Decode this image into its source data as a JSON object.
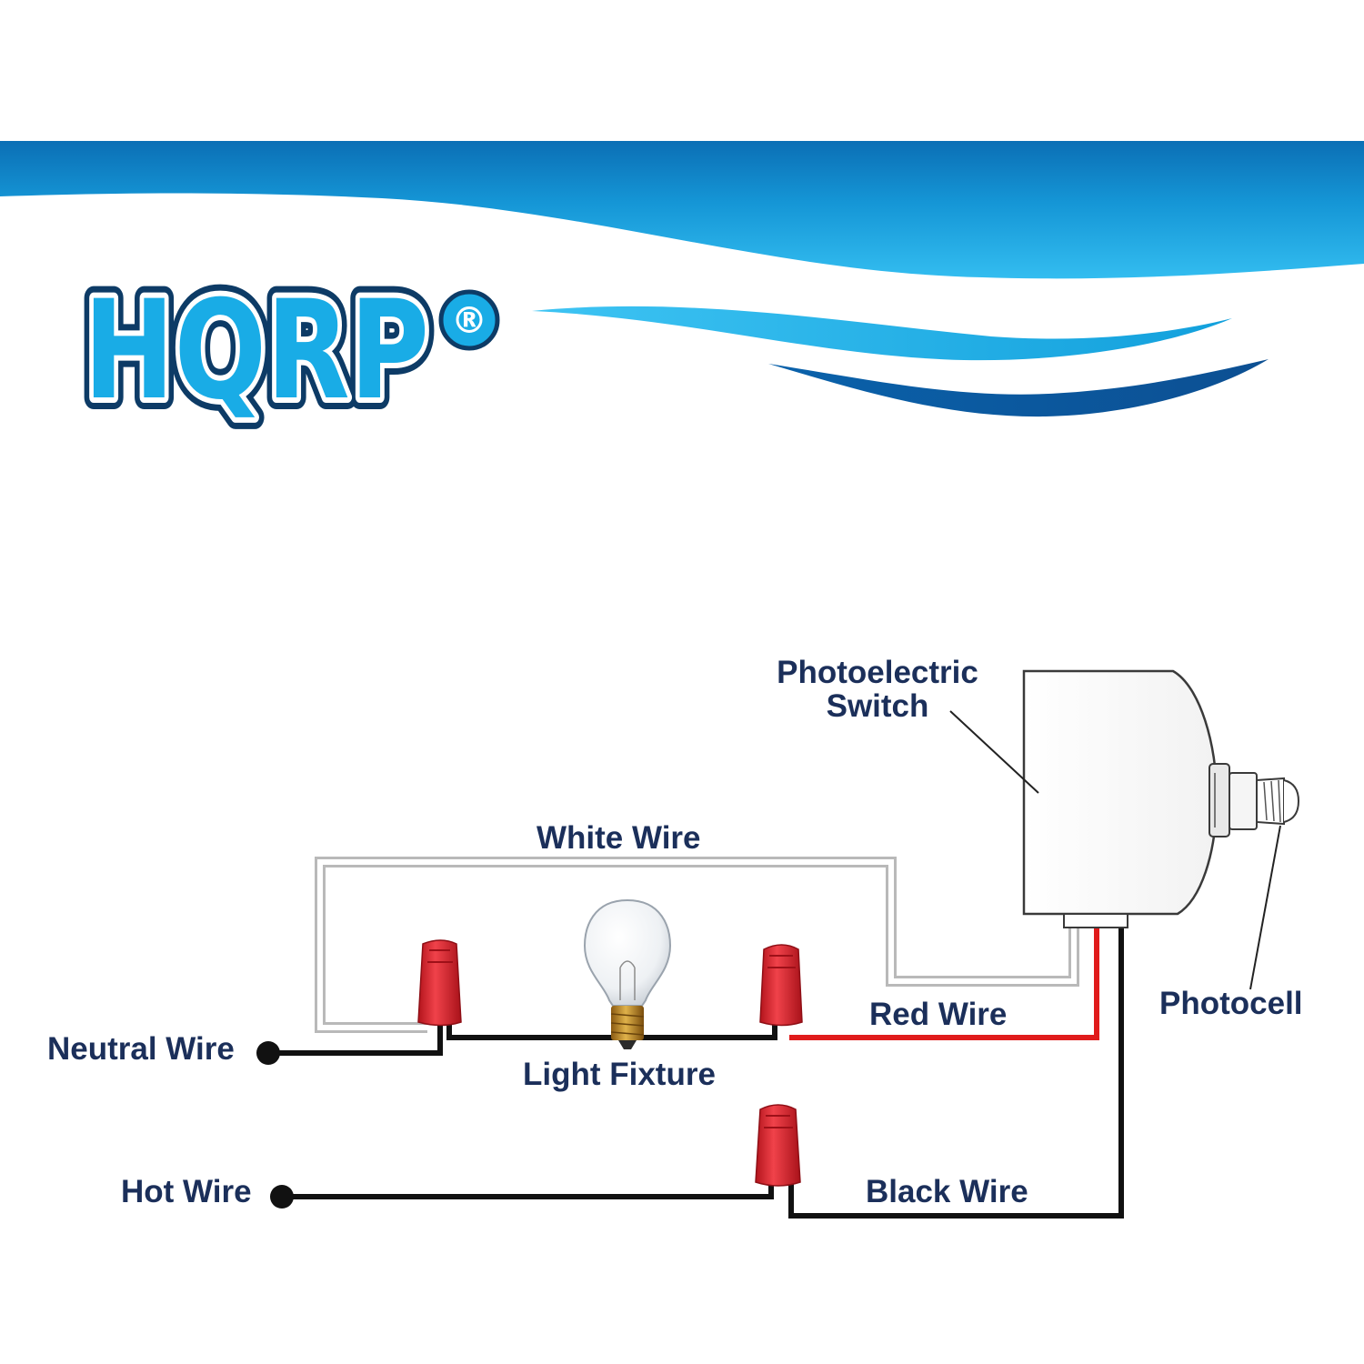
{
  "brand": {
    "logo_text": "HQRP",
    "registered_mark": "®",
    "banner_colors": {
      "light": "#29b3e8",
      "mid": "#1193d3",
      "dark": "#0b5fa6"
    }
  },
  "diagram": {
    "labels": {
      "photoelectric_switch_line1": "Photoelectric",
      "photoelectric_switch_line2": "Switch",
      "white_wire": "White Wire",
      "red_wire": "Red Wire",
      "black_wire": "Black Wire",
      "neutral_wire": "Neutral Wire",
      "hot_wire": "Hot Wire",
      "light_fixture": "Light Fixture",
      "photocell": "Photocell"
    },
    "colors": {
      "label_text": "#1b2f5a",
      "black_wire": "#111111",
      "red_wire": "#e01b1b",
      "white_wire_fill": "#ffffff",
      "white_wire_outline": "#b9b9b9",
      "wire_nut": "#e8323a"
    }
  }
}
